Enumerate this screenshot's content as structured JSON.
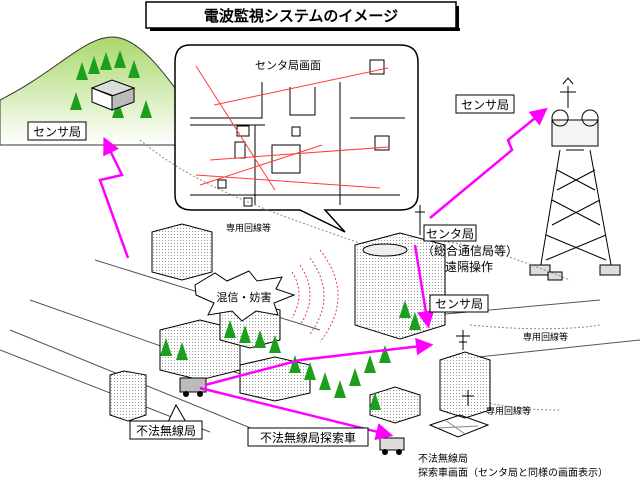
{
  "title": "電波監視システムのイメージ",
  "screen": {
    "title": "センタ局画面"
  },
  "labels": {
    "sensor_left": "センサ局",
    "sensor_right": "センサ局",
    "sensor_mid": "センサ局",
    "center_line1": "センタ局",
    "center_line2": "（総合通信局等）",
    "center_line3": "遠隔操作",
    "interference": "混信・妨害",
    "illegal_station": "不法無線局",
    "search_vehicle": "不法無線局探索車",
    "search_screen_line1": "不法無線局",
    "search_screen_line2": "探索車画面（センタ局と同様の画面表示）",
    "leased_line_1": "専用回線等",
    "leased_line_2": "専用回線等",
    "leased_line_3": "専用回線等"
  },
  "colors": {
    "arrow": "#ff00ff",
    "tree": "#1c9f1c",
    "hill": "#b8e07a",
    "screen_line": "#ff3b3b",
    "waves": "#e04040"
  }
}
